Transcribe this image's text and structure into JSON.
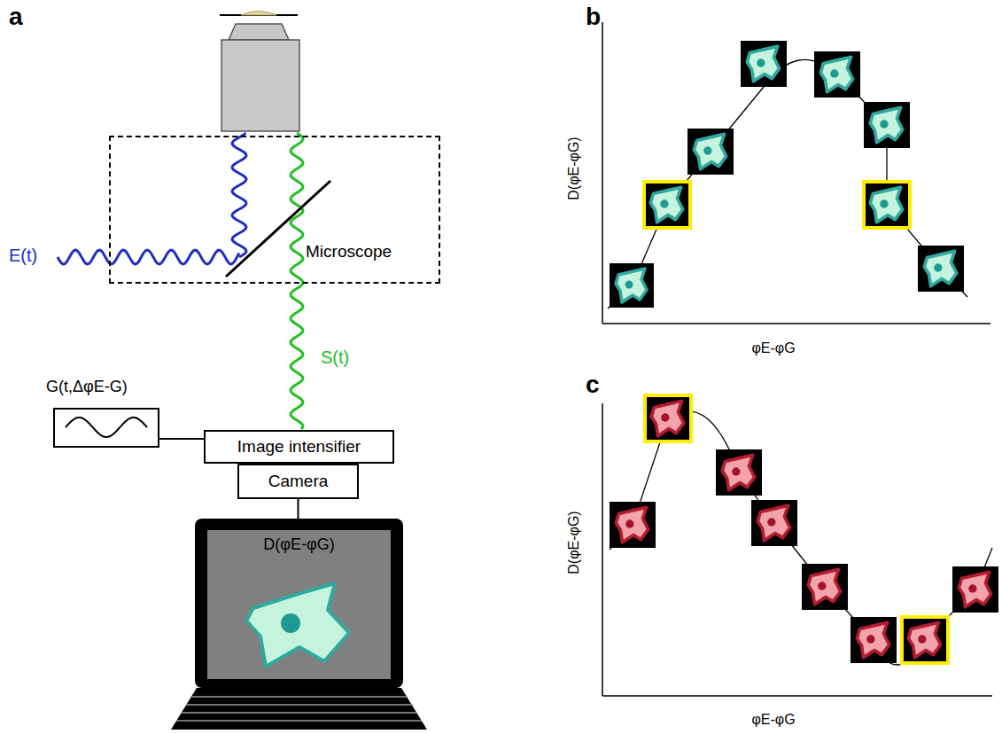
{
  "diagram": {
    "nodes": [
      {
        "text": [
          "Microscope"
        ]
      },
      {
        "text": [
          "G(t,ΔφE-G)"
        ]
      },
      {
        "text": [
          "Image intensifier"
        ]
      },
      {
        "text": [
          "Camera"
        ]
      },
      {
        "text": [
          "D(φE-φG)"
        ]
      }
    ],
    "edges": [
      {
        "from": 1,
        "to": 2,
        "arrow": "none"
      },
      {
        "from": 3,
        "to": 4,
        "arrow": "none"
      }
    ],
    "labels": [
      "a",
      "E(t)",
      "S(t)",
      "b",
      "D(φE-φG)",
      "φE-φG",
      "c",
      "D(φE-φG)",
      "φE-φG"
    ]
  }
}
